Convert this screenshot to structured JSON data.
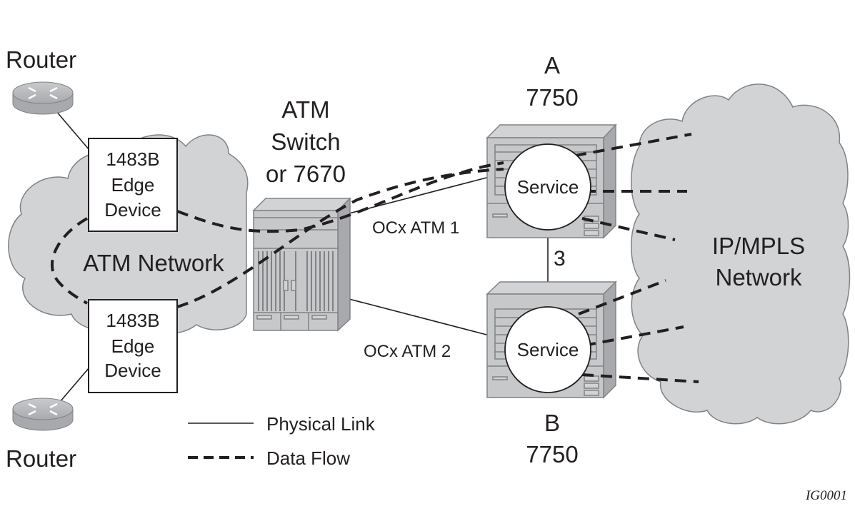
{
  "routers": {
    "top_label": "Router",
    "bottom_label": "Router"
  },
  "edge_devices": {
    "top": {
      "line1": "1483B",
      "line2": "Edge",
      "line3": "Device"
    },
    "bottom": {
      "line1": "1483B",
      "line2": "Edge",
      "line3": "Device"
    }
  },
  "atm_network_label": "ATM Network",
  "atm_switch": {
    "line1": "ATM",
    "line2": "Switch",
    "line3": "or 7670"
  },
  "node_a": {
    "letter": "A",
    "model": "7750",
    "service": "Service"
  },
  "node_b": {
    "letter": "B",
    "model": "7750",
    "service": "Service"
  },
  "links": {
    "ocx1": "OCx ATM 1",
    "ocx2": "OCx ATM 2",
    "inter_node": "3"
  },
  "ip_mpls": {
    "line1": "IP/MPLS",
    "line2": "Network"
  },
  "legend": {
    "physical": "Physical Link",
    "dataflow": "Data Flow"
  },
  "figure_id": "IG0001",
  "colors": {
    "cloud": "#d1d3d4",
    "cloud_stroke": "#808285",
    "chassis": "#c7c8ca",
    "chassis_dark": "#a7a9ac",
    "ink": "#231f20"
  }
}
